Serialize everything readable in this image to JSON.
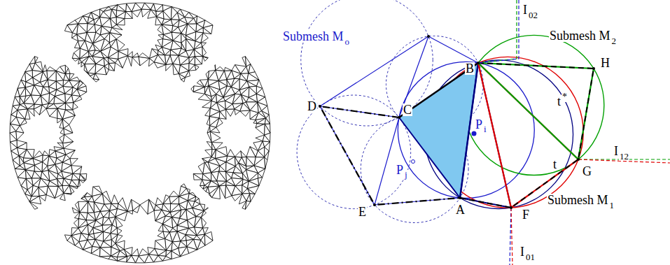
{
  "diagram": {
    "labels": [
      "Submesh M",
      "o",
      "I",
      "02",
      "B",
      "Submesh M",
      "2",
      "H",
      "D",
      "C",
      "P",
      "i",
      "t",
      "*",
      "I",
      "12",
      "G",
      "P",
      "j",
      "t",
      "E",
      "A",
      "F",
      "Submesh M",
      "1",
      "I",
      "01"
    ]
  }
}
